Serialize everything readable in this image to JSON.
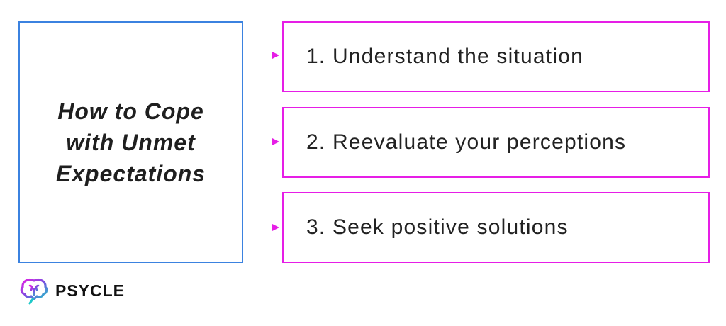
{
  "title": "How to Cope with Unmet Expectations",
  "steps": [
    {
      "label": "1.  Understand the situation"
    },
    {
      "label": "2. Reevaluate your perceptions"
    },
    {
      "label": "3. Seek positive solutions"
    }
  ],
  "brand": {
    "name": "PSYCLE",
    "icon": "brain-icon"
  },
  "colors": {
    "title_border": "#3b82e0",
    "step_border": "#e61ee6"
  }
}
